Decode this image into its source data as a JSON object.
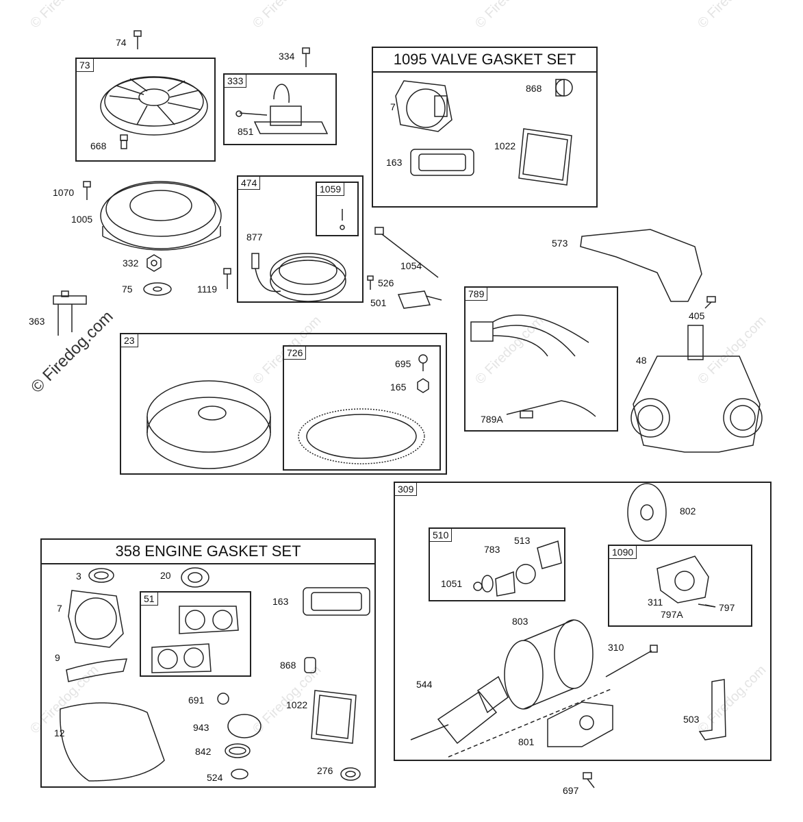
{
  "watermark": "© Firedog.com",
  "groups": {
    "valve_gasket_set": "1095 VALVE GASKET SET",
    "engine_gasket_set": "358 ENGINE GASKET SET"
  },
  "box_tags": {
    "b73": "73",
    "b333": "333",
    "b474": "474",
    "b1059": "1059",
    "b789": "789",
    "b23": "23",
    "b726": "726",
    "b309": "309",
    "b510": "510",
    "b1090": "1090",
    "b51": "51"
  },
  "parts": {
    "p74": "74",
    "p334": "334",
    "p668": "668",
    "p851": "851",
    "p7a": "7",
    "p868a": "868",
    "p163a": "163",
    "p1022a": "1022",
    "p1070": "1070",
    "p1005": "1005",
    "p877": "877",
    "p573": "573",
    "p1054": "1054",
    "p332": "332",
    "p75": "75",
    "p1119": "1119",
    "p526": "526",
    "p501": "501",
    "p363": "363",
    "p405": "405",
    "p695": "695",
    "p165": "165",
    "p48": "48",
    "p789a": "789A",
    "p802": "802",
    "p513": "513",
    "p783": "783",
    "p1051": "1051",
    "p311": "311",
    "p797": "797",
    "p797a": "797A",
    "p803": "803",
    "p310": "310",
    "p544": "544",
    "p503": "503",
    "p801": "801",
    "p697": "697",
    "p3": "3",
    "p20": "20",
    "p7b": "7",
    "p163b": "163",
    "p9": "9",
    "p868b": "868",
    "p12": "12",
    "p691": "691",
    "p1022b": "1022",
    "p943": "943",
    "p842": "842",
    "p524": "524",
    "p276": "276"
  }
}
